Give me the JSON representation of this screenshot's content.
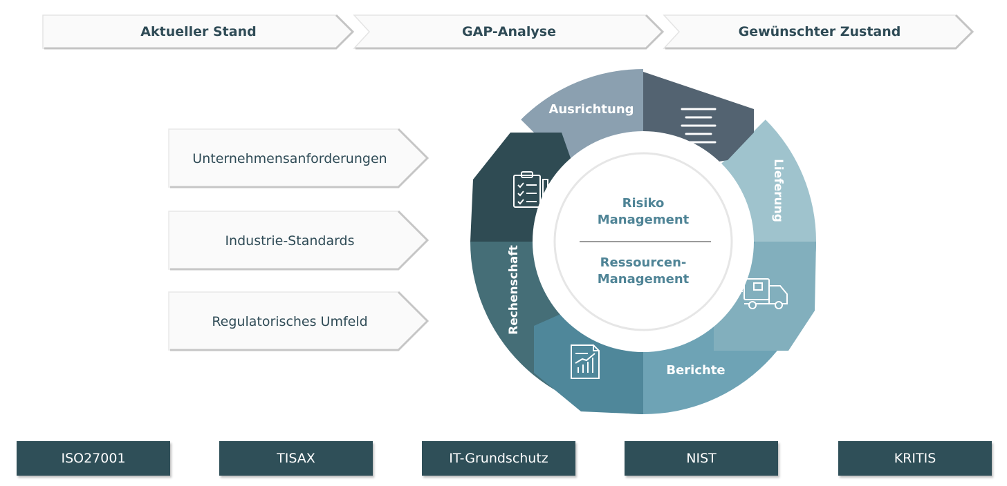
{
  "process_steps": [
    {
      "label": "Aktueller Stand"
    },
    {
      "label": "GAP-Analyse"
    },
    {
      "label": "Gewünschter Zustand"
    }
  ],
  "inputs": [
    {
      "label": "Unternehmensanforderungen"
    },
    {
      "label": "Industrie-Standards"
    },
    {
      "label": "Regulatorisches Umfeld"
    }
  ],
  "wheel": {
    "segments": {
      "ausrichtung": "Ausrichtung",
      "lieferung": "Lieferung",
      "berichte": "Berichte",
      "rechenschaft": "Rechenschaft"
    },
    "center": {
      "top_line1": "Risiko",
      "top_line2": "Management",
      "bottom_line1": "Ressourcen-",
      "bottom_line2": "Management"
    },
    "colors": {
      "ausrichtung": "#8ba0b0",
      "menu_block": "#536371",
      "lieferung": "#9fc3cd",
      "delivery_block": "#82afbd",
      "berichte": "#6ea3b5",
      "report_block": "#4f879a",
      "rechenschaft": "#456e77",
      "checklist_block": "#2f4b53",
      "center_text": "#4f8496"
    }
  },
  "standards": [
    {
      "label": "ISO27001"
    },
    {
      "label": "TISAX"
    },
    {
      "label": "IT-Grundschutz"
    },
    {
      "label": "NIST"
    },
    {
      "label": "KRITIS"
    }
  ]
}
